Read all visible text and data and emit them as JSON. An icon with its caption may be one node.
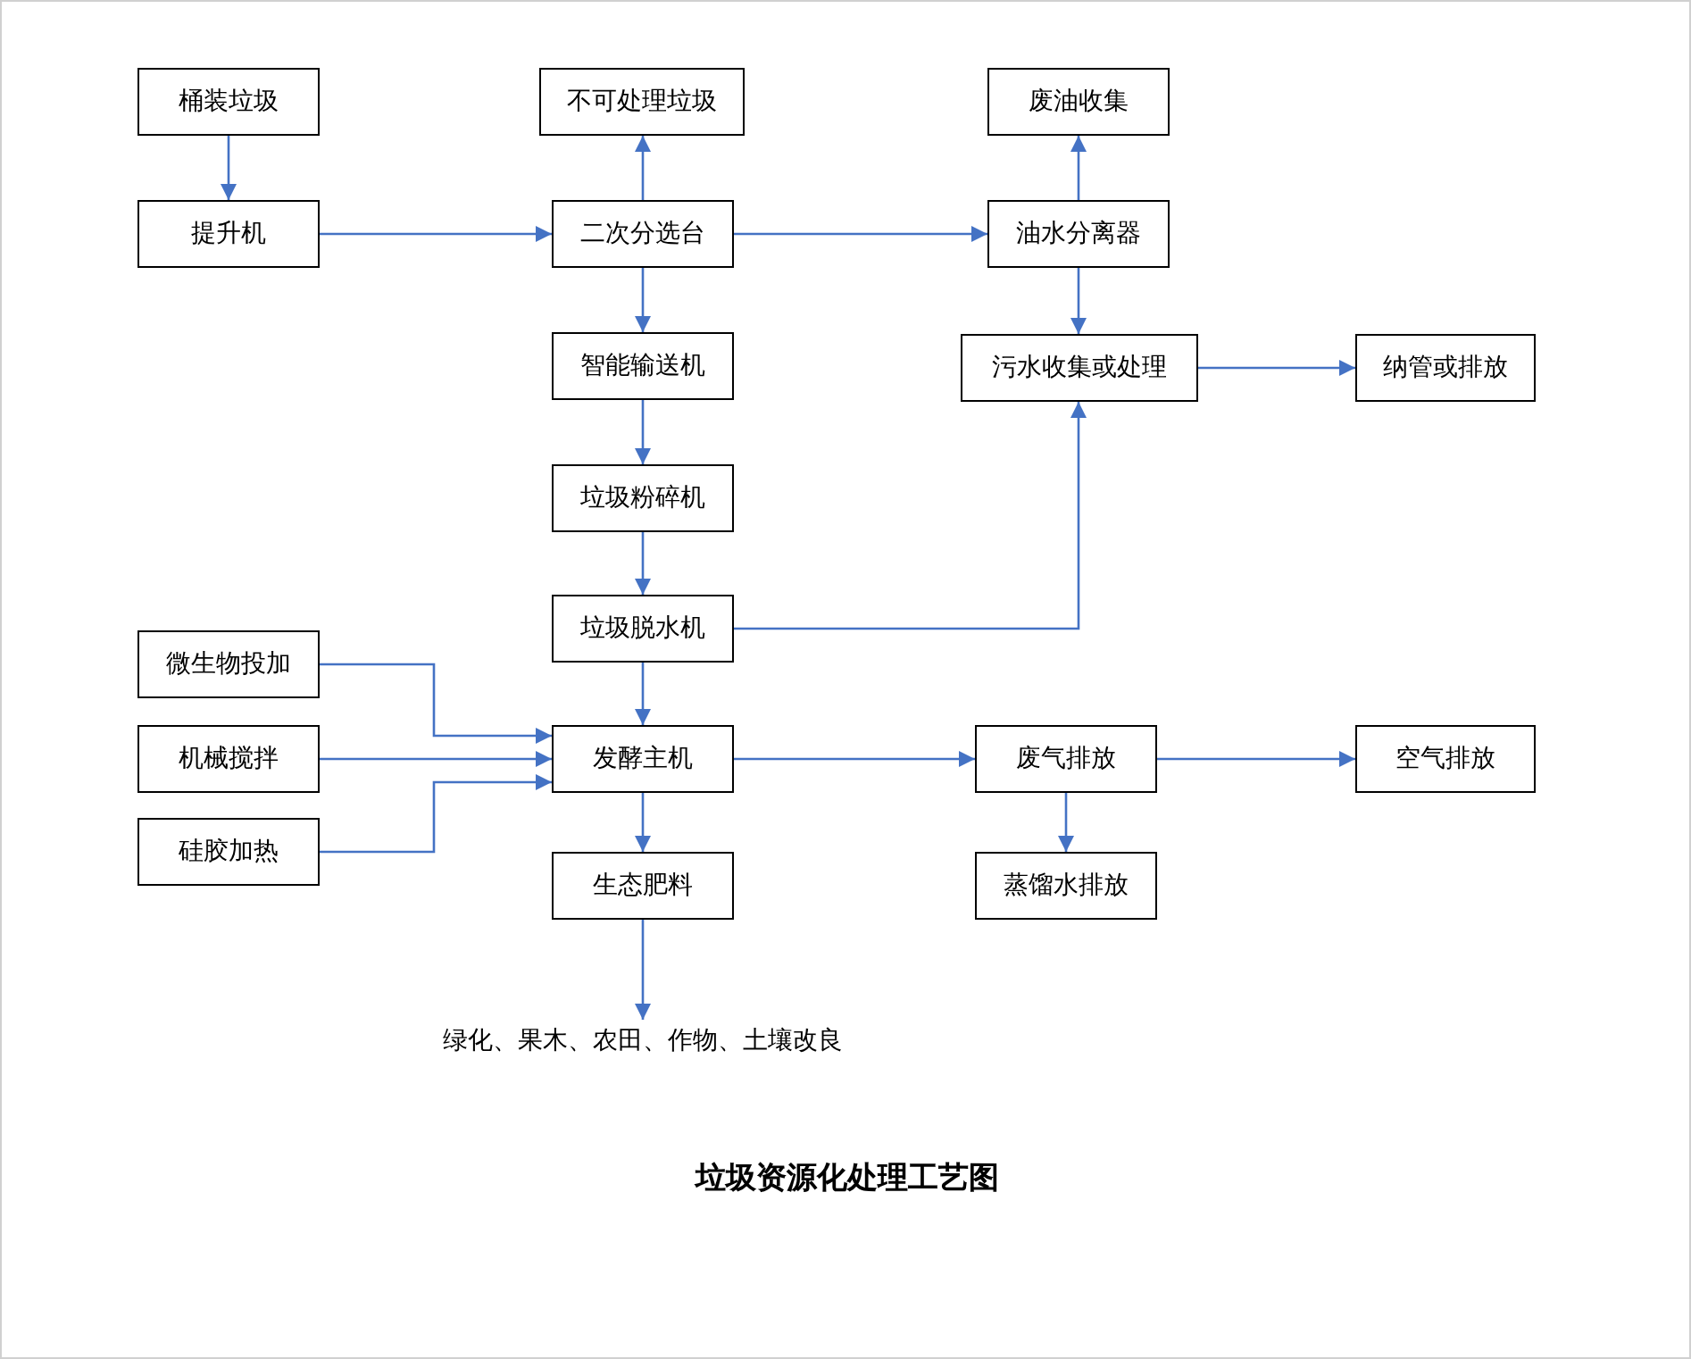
{
  "diagram": {
    "title": "垃圾资源化处理工艺图",
    "nodes": [
      {
        "text": [
          "桶装垃圾"
        ]
      },
      {
        "text": [
          "提升机"
        ]
      },
      {
        "text": [
          "不可处理垃圾"
        ]
      },
      {
        "text": [
          "二次分选台"
        ]
      },
      {
        "text": [
          "废油收集"
        ]
      },
      {
        "text": [
          "油水分离器"
        ]
      },
      {
        "text": [
          "智能输送机"
        ]
      },
      {
        "text": [
          "污水收集或处理"
        ]
      },
      {
        "text": [
          "纳管或排放"
        ]
      },
      {
        "text": [
          "垃圾粉碎机"
        ]
      },
      {
        "text": [
          "垃圾脱水机"
        ]
      },
      {
        "text": [
          "微生物投加"
        ]
      },
      {
        "text": [
          "机械搅拌"
        ]
      },
      {
        "text": [
          "发酵主机"
        ]
      },
      {
        "text": [
          "废气排放"
        ]
      },
      {
        "text": [
          "空气排放"
        ]
      },
      {
        "text": [
          "硅胶加热"
        ]
      },
      {
        "text": [
          "生态肥料"
        ]
      },
      {
        "text": [
          "蒸馏水排放"
        ]
      },
      {
        "text": [
          "绿化、果木、农田、作物、土壤改良"
        ]
      }
    ],
    "edges": [
      {
        "from": 0,
        "to": 1,
        "arrow": "to"
      },
      {
        "from": 1,
        "to": 3,
        "arrow": "to"
      },
      {
        "from": 3,
        "to": 2,
        "arrow": "to"
      },
      {
        "from": 3,
        "to": 5,
        "arrow": "to"
      },
      {
        "from": 5,
        "to": 4,
        "arrow": "to"
      },
      {
        "from": 5,
        "to": 7,
        "arrow": "to"
      },
      {
        "from": 3,
        "to": 6,
        "arrow": "to"
      },
      {
        "from": 6,
        "to": 9,
        "arrow": "to"
      },
      {
        "from": 9,
        "to": 10,
        "arrow": "to"
      },
      {
        "from": 10,
        "to": 13,
        "arrow": "to"
      },
      {
        "from": 10,
        "to": 7,
        "arrow": "to"
      },
      {
        "from": 7,
        "to": 8,
        "arrow": "to"
      },
      {
        "from": 11,
        "to": 13,
        "arrow": "to"
      },
      {
        "from": 12,
        "to": 13,
        "arrow": "to"
      },
      {
        "from": 16,
        "to": 13,
        "arrow": "to"
      },
      {
        "from": 13,
        "to": 14,
        "arrow": "to"
      },
      {
        "from": 14,
        "to": 15,
        "arrow": "to"
      },
      {
        "from": 14,
        "to": 18,
        "arrow": "to"
      },
      {
        "from": 13,
        "to": 17,
        "arrow": "to"
      },
      {
        "from": 17,
        "to": 19,
        "arrow": "to"
      }
    ]
  }
}
